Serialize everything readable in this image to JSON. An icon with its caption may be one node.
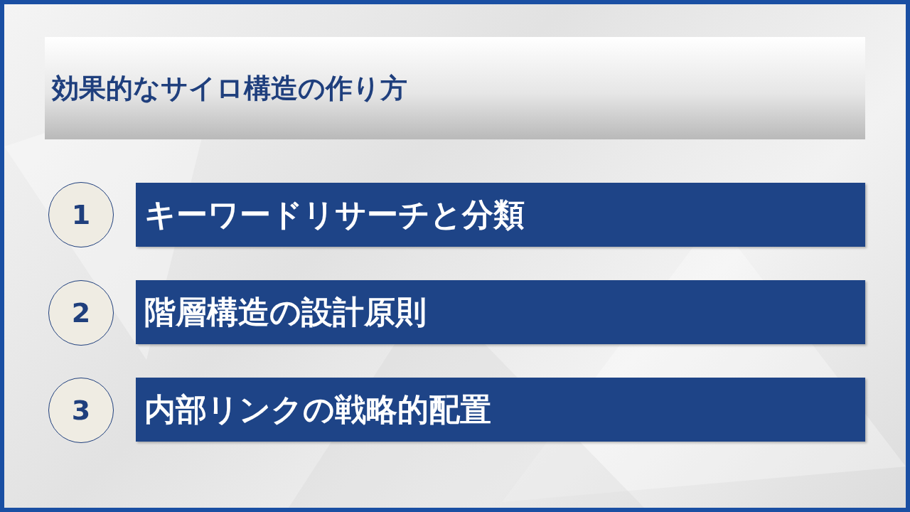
{
  "diagram": {
    "title": "効果的なサイロ構造の作り方",
    "nodes": [
      {
        "text": [
          "1"
        ]
      },
      {
        "text": [
          "キーワードリサーチと分類"
        ]
      },
      {
        "text": [
          "2"
        ]
      },
      {
        "text": [
          "階層構造の設計原則"
        ]
      },
      {
        "text": [
          "3"
        ]
      },
      {
        "text": [
          "内部リンクの戦略的配置"
        ]
      }
    ]
  }
}
